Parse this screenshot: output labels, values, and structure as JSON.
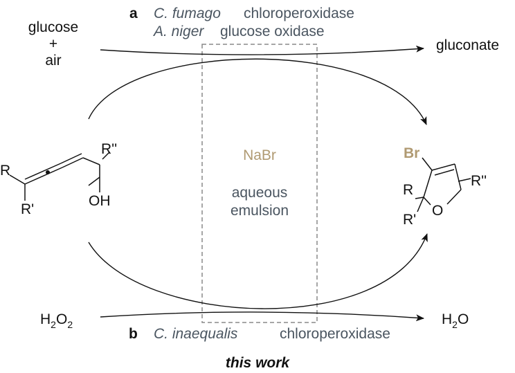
{
  "top": {
    "letter": "a",
    "enzyme1_species": "C. fumago",
    "enzyme1_name": "chloroperoxidase",
    "enzyme2_species": "A. niger",
    "enzyme2_name": "glucose oxidase",
    "reactant_line1": "glucose",
    "reactant_plus": "+",
    "reactant_line2": "air",
    "product": "gluconate"
  },
  "center": {
    "salt": "NaBr",
    "medium_line1": "aqueous",
    "medium_line2": "emulsion"
  },
  "substrate": {
    "r": "R",
    "r_prime": "R'",
    "r_double_prime": "R''",
    "oh": "OH"
  },
  "product": {
    "br": "Br",
    "r": "R",
    "r_prime": "R'",
    "o": "O",
    "r_double_prime": "R''"
  },
  "bottom": {
    "letter": "b",
    "enzyme_species": "C. inaequalis",
    "enzyme_name": "chloroperoxidase",
    "reactant": "H",
    "reactant_sub1": "2",
    "reactant_o": "O",
    "reactant_sub2": "2",
    "product_h": "H",
    "product_sub": "2",
    "product_o": "O"
  },
  "caption": "this work",
  "colors": {
    "enzyme_text": "#4a5560",
    "highlight": "#b09a72",
    "box": "#888888"
  }
}
